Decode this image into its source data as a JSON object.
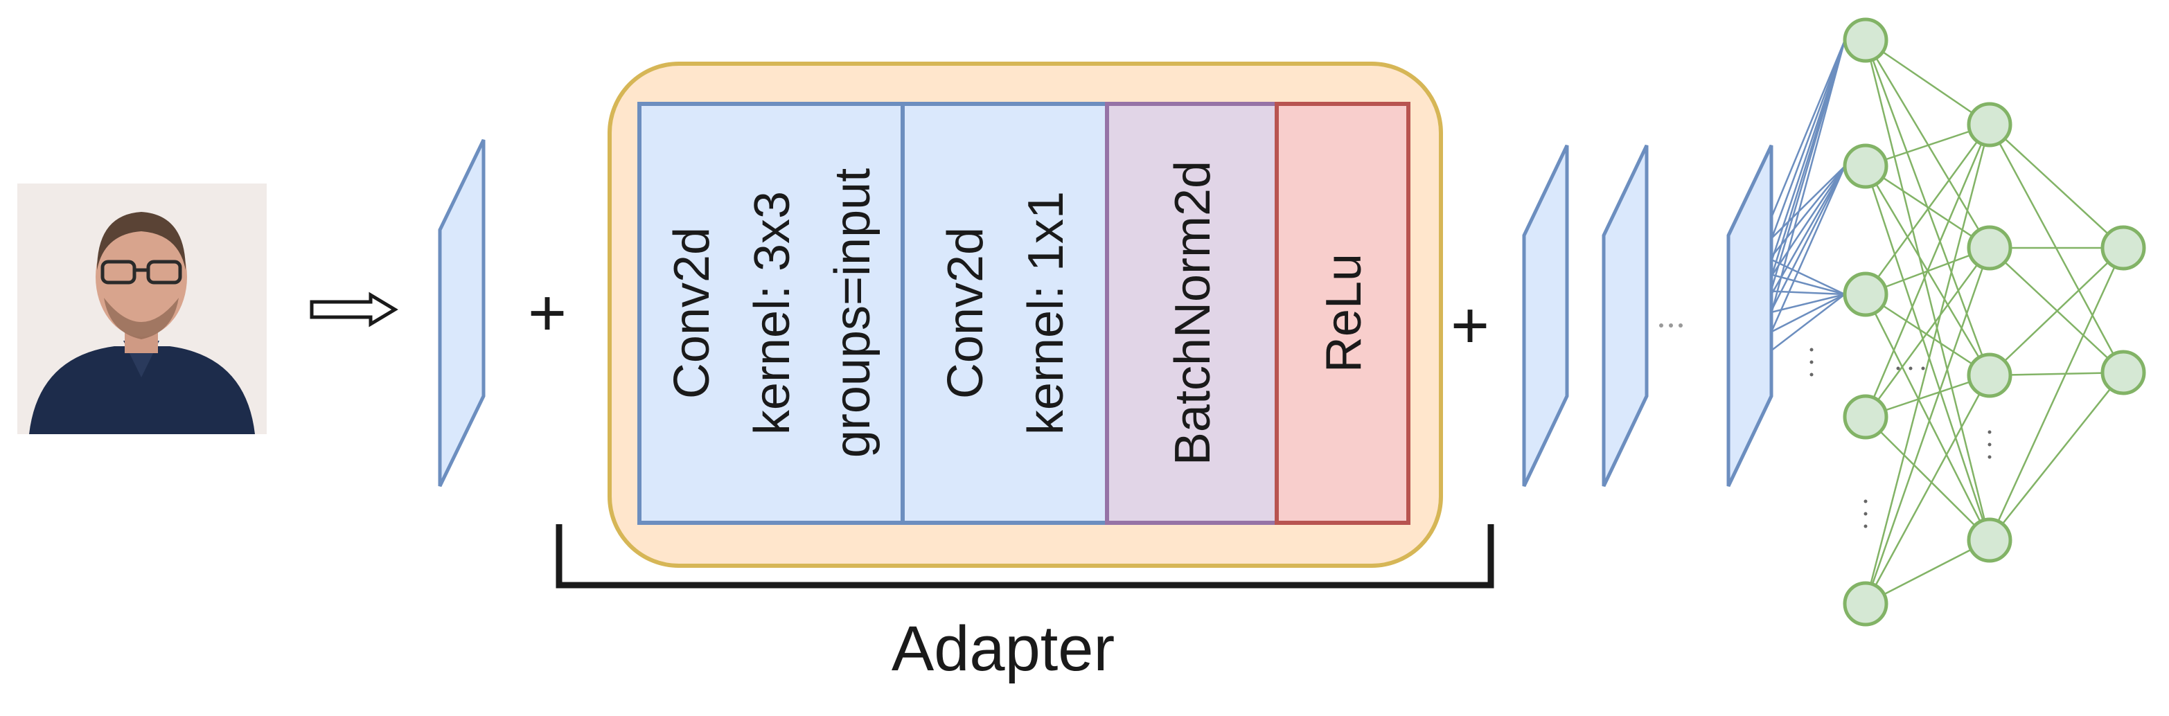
{
  "adapter": {
    "caption": "Adapter",
    "layers": [
      {
        "id": "conv-depthwise",
        "lines": [
          "Conv2d",
          "kernel: 3x3",
          "groups=input"
        ],
        "fill": "#dae8fc",
        "stroke": "#6c8ebf"
      },
      {
        "id": "conv-pointwise",
        "lines": [
          "Conv2d",
          "kernel: 1x1"
        ],
        "fill": "#dae8fc",
        "stroke": "#6c8ebf"
      },
      {
        "id": "batchnorm",
        "lines": [
          "BatchNorm2d"
        ],
        "fill": "#e1d5e7",
        "stroke": "#9673a6"
      },
      {
        "id": "relu",
        "lines": [
          "ReLu"
        ],
        "fill": "#f8cecc",
        "stroke": "#b85450"
      }
    ],
    "box_fill": "#ffe6cc",
    "box_stroke": "#d6b656"
  },
  "symbols": {
    "plus_left": "+",
    "plus_right": "+"
  },
  "colors": {
    "feature_map_fill": "#dae8fc",
    "feature_map_stroke": "#6c8ebf",
    "node_fill": "#d5e8d4",
    "node_stroke": "#82b366"
  },
  "icons": {
    "input_photo": "person-photo-icon",
    "flow_arrow": "right-hollow-arrow-icon"
  }
}
